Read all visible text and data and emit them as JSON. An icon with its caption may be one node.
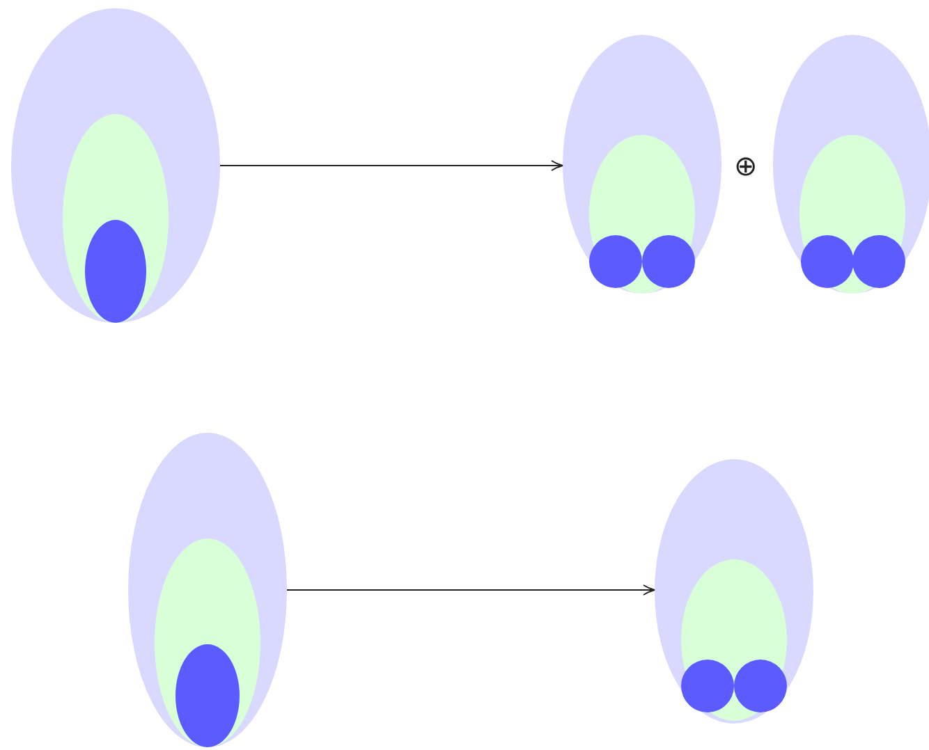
{
  "diagram": {
    "nodes": [
      {
        "text": [],
        "shape": "ellipse"
      },
      {
        "text": [],
        "shape": "ellipse",
        "in": 0
      },
      {
        "text": [],
        "shape": "ellipse",
        "in": 1
      },
      {
        "text": [],
        "shape": "ellipse"
      },
      {
        "text": [],
        "shape": "ellipse",
        "in": 3
      },
      {
        "text": [],
        "shape": "circle",
        "in": 4
      },
      {
        "text": [],
        "shape": "circle",
        "in": 4
      },
      {
        "text": [],
        "shape": "ellipse"
      },
      {
        "text": [],
        "shape": "ellipse",
        "in": 7
      },
      {
        "text": [],
        "shape": "circle",
        "in": 8
      },
      {
        "text": [],
        "shape": "circle",
        "in": 8
      },
      {
        "text": [],
        "shape": "ellipse"
      },
      {
        "text": [],
        "shape": "ellipse",
        "in": 11
      },
      {
        "text": [],
        "shape": "ellipse",
        "in": 12
      },
      {
        "text": [],
        "shape": "ellipse"
      },
      {
        "text": [],
        "shape": "ellipse",
        "in": 14
      },
      {
        "text": [],
        "shape": "circle",
        "in": 15
      },
      {
        "text": [],
        "shape": "circle",
        "in": 15
      }
    ],
    "edges": [
      {
        "from": 0,
        "to": 3,
        "arrow": "to"
      },
      {
        "from": 11,
        "to": 14,
        "arrow": "to"
      }
    ],
    "labels": [
      "⊕"
    ]
  }
}
